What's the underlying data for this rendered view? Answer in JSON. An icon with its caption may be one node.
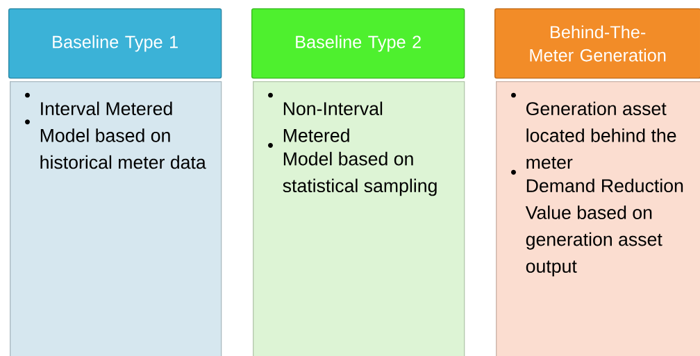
{
  "diagram": {
    "nodes": [
      {
        "text": [
          "Baseline Type 1"
        ]
      },
      {
        "text": [
          "Baseline Type 2"
        ]
      },
      {
        "text": [
          "Behind-The-Meter Generation"
        ]
      },
      {
        "text": [
          "Interval Metered",
          "Model based on historical meter data"
        ]
      },
      {
        "text": [
          "Non-Interval Metered",
          "Model based on statistical sampling"
        ]
      },
      {
        "text": [
          "Generation asset located behind the meter",
          "Demand Reduction Value based on generation asset output"
        ]
      }
    ]
  }
}
